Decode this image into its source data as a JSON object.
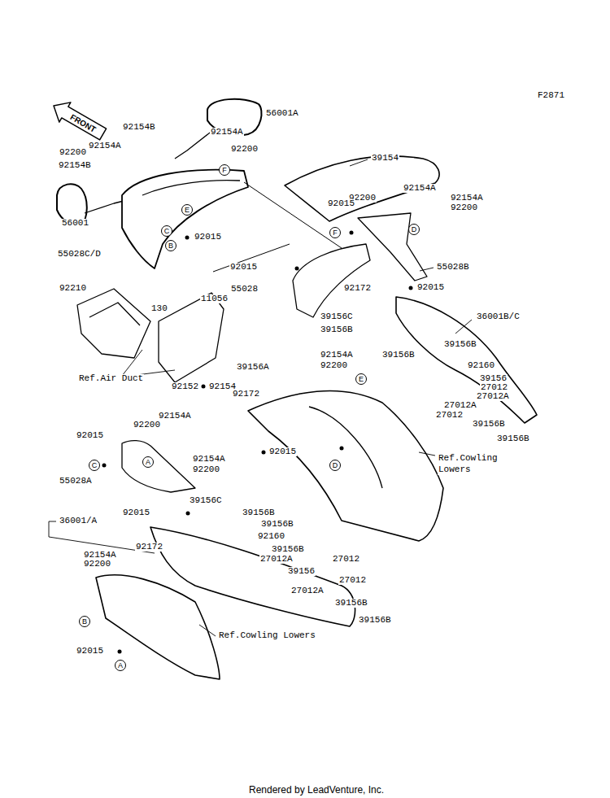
{
  "diagram": {
    "nodes": [
      {
        "text": [
          "F"
        ]
      },
      {
        "text": [
          "E"
        ]
      },
      {
        "text": [
          "D"
        ]
      },
      {
        "text": [
          "C"
        ]
      },
      {
        "text": [
          "F"
        ]
      },
      {
        "text": [
          "B"
        ]
      },
      {
        "text": [
          "E"
        ]
      },
      {
        "text": [
          "A"
        ]
      },
      {
        "text": [
          "C"
        ]
      },
      {
        "text": [
          "D"
        ]
      },
      {
        "text": [
          "B"
        ]
      },
      {
        "text": [
          "A"
        ]
      }
    ],
    "labels": [
      "F2871",
      "56001A",
      "92154B",
      "92154A",
      "92154A",
      "92200",
      "92200",
      "39154",
      "92154B",
      "92154A",
      "92154A",
      "92200",
      "92200",
      "56001",
      "92015",
      "92015",
      "55028C/D",
      "55028B",
      "92015",
      "55028",
      "92172",
      "92015",
      "92210",
      "39156C",
      "36001B/C",
      "130",
      "11056",
      "39156B",
      "39156B",
      "92154A",
      "39156B",
      "92200",
      "92160",
      "39156",
      "27012",
      "27012A",
      "27012A",
      "27012",
      "39156B",
      "39156B",
      "39156A",
      "Ref.Air Duct",
      "92152",
      "92154",
      "92172",
      "92154A",
      "92200",
      "92015",
      "92015",
      "Ref.Cowling Lowers",
      "92154A",
      "92200",
      "55028A",
      "39156C",
      "39156B",
      "92015",
      "36001/A",
      "39156B",
      "92160",
      "39156B",
      "27012A",
      "27012",
      "92154A",
      "92200",
      "92172",
      "39156",
      "27012",
      "27012A",
      "39156B",
      "39156B",
      "Ref.Cowling Lowers",
      "92015",
      "FRONT",
      "Rendered by LeadVenture, Inc."
    ]
  }
}
